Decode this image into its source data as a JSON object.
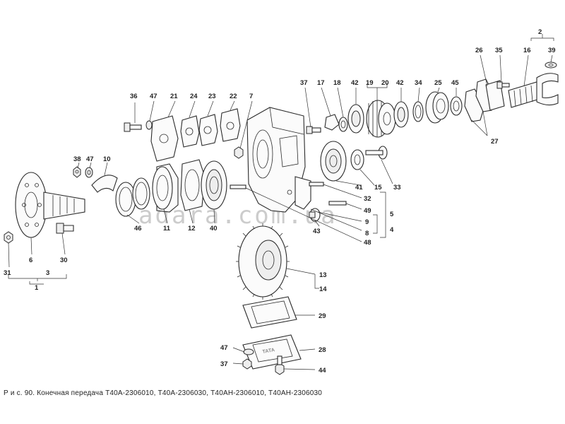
{
  "caption": "Р и с. 90. Конечная передача  Т40А-2306010,  Т40А-2306030,  Т40АН-2306010,  Т40АН-2306030",
  "watermark": "adara.com.ua",
  "labels": {
    "n1": "1",
    "n2": "2",
    "n3": "3",
    "n4": "4",
    "n5": "5",
    "n6": "6",
    "n7": "7",
    "n8": "8",
    "n9": "9",
    "n10": "10",
    "n11": "11",
    "n12": "12",
    "n13": "13",
    "n14": "14",
    "n15": "15",
    "n16": "16",
    "n17": "17",
    "n18": "18",
    "n19": "19",
    "n20": "20",
    "n21": "21",
    "n22": "22",
    "n23": "23",
    "n24": "24",
    "n25": "25",
    "n26": "26",
    "n27": "27",
    "n28": "28",
    "n29": "29",
    "n30": "30",
    "n31": "31",
    "n32": "32",
    "n33": "33",
    "n34": "34",
    "n35": "35",
    "n36": "36",
    "n37a": "37",
    "n37b": "37",
    "n38": "38",
    "n39": "39",
    "n40": "40",
    "n41": "41",
    "n42a": "42",
    "n42b": "42",
    "n43": "43",
    "n44": "44",
    "n45": "45",
    "n46": "46",
    "n47a": "47",
    "n47b": "47",
    "n47c": "47",
    "n48": "48",
    "n49": "49"
  }
}
